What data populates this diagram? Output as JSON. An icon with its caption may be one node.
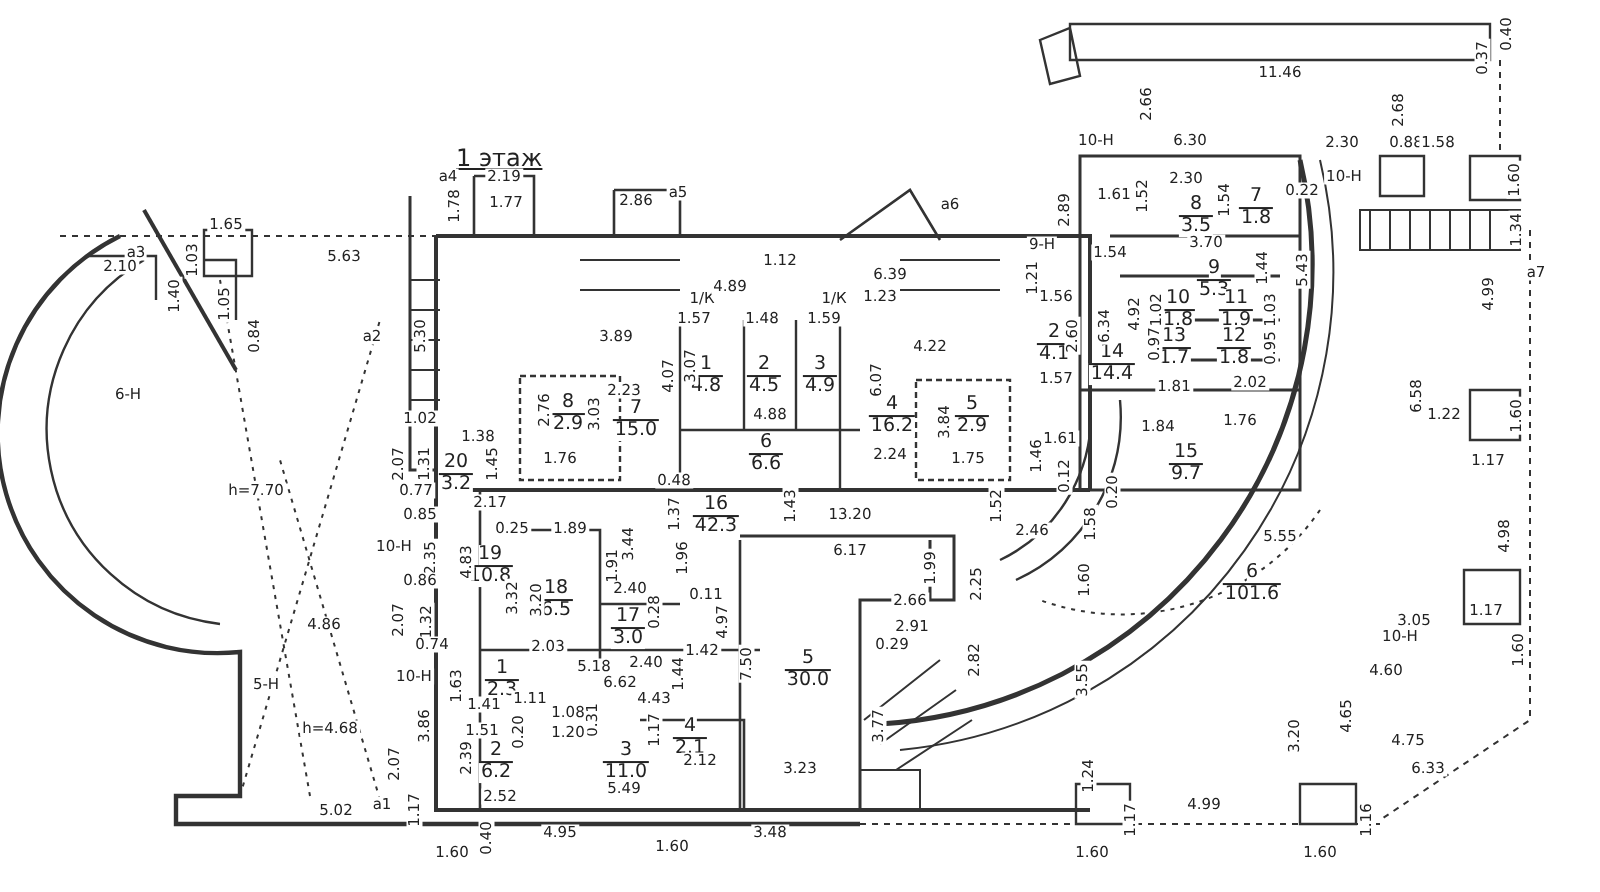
{
  "diagram": {
    "title": "1 этаж",
    "nodes": [
      {
        "text": [
          "1",
          "4.8"
        ]
      },
      {
        "text": [
          "2",
          "4.5"
        ]
      },
      {
        "text": [
          "3",
          "4.9"
        ]
      },
      {
        "text": [
          "4",
          "16.2"
        ]
      },
      {
        "text": [
          "5",
          "2.9"
        ]
      },
      {
        "text": [
          "6",
          "6.6"
        ]
      },
      {
        "text": [
          "7",
          "15.0"
        ]
      },
      {
        "text": [
          "8",
          "2.9"
        ]
      },
      {
        "text": [
          "20",
          "3.2"
        ]
      },
      {
        "text": [
          "16",
          "42.3"
        ]
      },
      {
        "text": [
          "19",
          "10.8"
        ]
      },
      {
        "text": [
          "18",
          "6.5"
        ]
      },
      {
        "text": [
          "17",
          "3.0"
        ]
      },
      {
        "text": [
          "1",
          "2.3"
        ]
      },
      {
        "text": [
          "2",
          "6.2"
        ]
      },
      {
        "text": [
          "3",
          "11.0"
        ]
      },
      {
        "text": [
          "4",
          "2.1"
        ]
      },
      {
        "text": [
          "5",
          "30.0"
        ]
      },
      {
        "text": [
          "6",
          "101.6"
        ]
      },
      {
        "text": [
          "2",
          "4.1"
        ]
      },
      {
        "text": [
          "8",
          "3.5"
        ]
      },
      {
        "text": [
          "7",
          "1.8"
        ]
      },
      {
        "text": [
          "9",
          "5.3"
        ]
      },
      {
        "text": [
          "10",
          "1.8"
        ]
      },
      {
        "text": [
          "11",
          "1.9"
        ]
      },
      {
        "text": [
          "13",
          "1.7"
        ]
      },
      {
        "text": [
          "12",
          "1.8"
        ]
      },
      {
        "text": [
          "14",
          "14.4"
        ]
      },
      {
        "text": [
          "15",
          "9.7"
        ]
      }
    ],
    "labels": [
      "6-Н",
      "5-Н",
      "10-Н",
      "10-Н",
      "10-Н",
      "10-Н",
      "10-Н",
      "9-Н",
      "1/К",
      "1/К",
      "h=7.70",
      "h=4.68",
      "а1",
      "а2",
      "а3",
      "а4",
      "а5",
      "а6",
      "а7",
      "2.19",
      "1.77",
      "1.78",
      "1.65",
      "2.10",
      "1.40",
      "1.03",
      "1.05",
      "5.63",
      "0.84",
      "5.30",
      "1.02",
      "1.38",
      "2.07",
      "1.31",
      "1.45",
      "0.77",
      "2.17",
      "0.85",
      "0.25",
      "2.35",
      "4.83",
      "0.86",
      "3.32",
      "2.07",
      "1.32",
      "0.74",
      "1.63",
      "1.41",
      "3.86",
      "1.51",
      "0.20",
      "2.07",
      "2.39",
      "2.52",
      "5.02",
      "1.17",
      "1.60",
      "0.40",
      "4.86",
      "1.11",
      "2.86",
      "1.12",
      "4.89",
      "1.57",
      "1.48",
      "1.59",
      "3.07",
      "3.89",
      "2.23",
      "4.07",
      "2.76",
      "3.03",
      "1.76",
      "4.88",
      "6.07",
      "6.39",
      "1.23",
      "4.22",
      "3.84",
      "2.24",
      "1.75",
      "2.89",
      "1.21",
      "1.56",
      "2.60",
      "1.57",
      "1.61",
      "1.46",
      "0.12",
      "0.48",
      "1.37",
      "1.43",
      "13.20",
      "1.52",
      "2.46",
      "6.17",
      "1.89",
      "3.44",
      "1.91",
      "1.96",
      "2.40",
      "0.11",
      "3.20",
      "0.28",
      "4.97",
      "2.03",
      "2.40",
      "1.42",
      "5.18",
      "6.62",
      "1.44",
      "4.43",
      "7.50",
      "1.08",
      "0.31",
      "1.20",
      "1.17",
      "2.12",
      "5.49",
      "3.23",
      "1.99",
      "2.25",
      "2.66",
      "2.91",
      "0.29",
      "2.82",
      "3.77",
      "4.95",
      "1.60",
      "3.48",
      "11.46",
      "0.37",
      "0.40",
      "2.66",
      "2.68",
      "6.30",
      "2.30",
      "0.88",
      "1.58",
      "1.61",
      "1.52",
      "2.30",
      "1.54",
      "0.22",
      "1.60",
      "1.54",
      "3.70",
      "1.44",
      "5.43",
      "1.34",
      "1.02",
      "1.03",
      "0.97",
      "0.95",
      "6.34",
      "4.92",
      "1.81",
      "2.02",
      "1.76",
      "1.84",
      "4.99",
      "6.58",
      "1.22",
      "1.60",
      "1.17",
      "0.20",
      "1.58",
      "5.55",
      "1.60",
      "4.98",
      "1.17",
      "3.05",
      "1.60",
      "4.60",
      "3.55",
      "4.65",
      "3.20",
      "1.24",
      "4.75",
      "6.33",
      "4.99",
      "1.17",
      "1.60",
      "1.60",
      "1.16"
    ]
  }
}
